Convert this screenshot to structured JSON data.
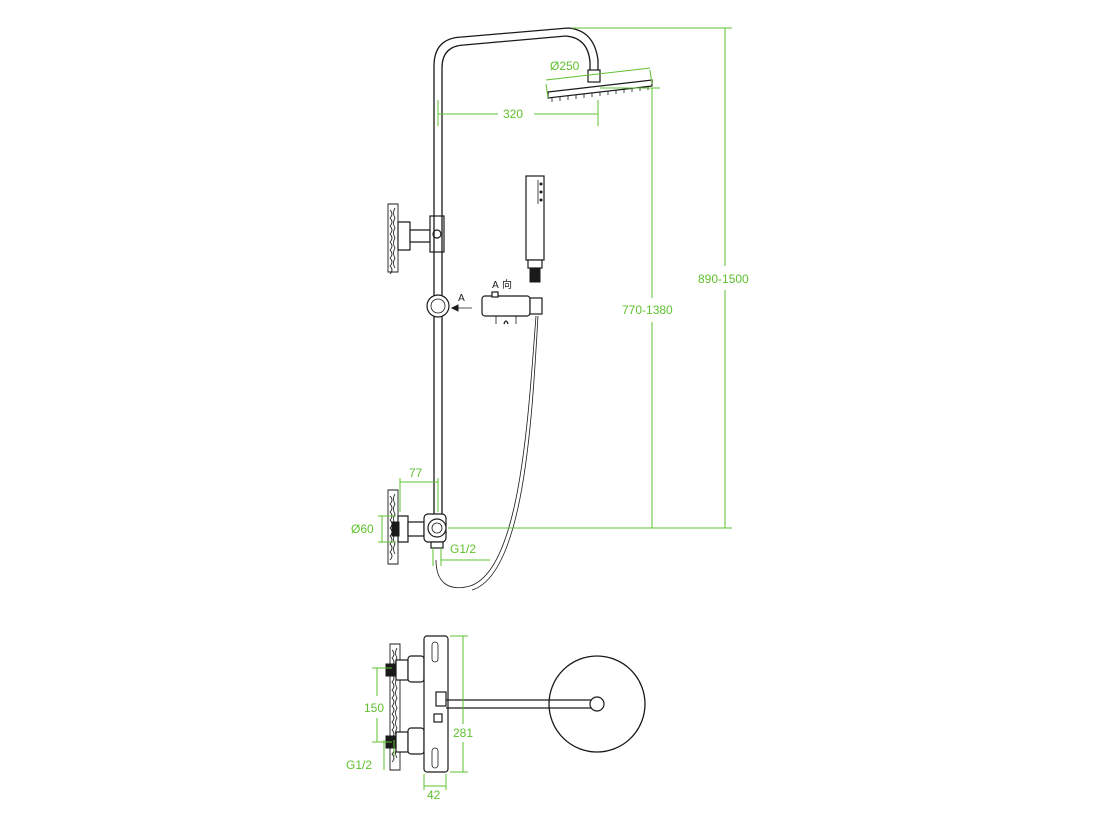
{
  "dimensions": {
    "shower_head_diameter": "Ø250",
    "arm_reach": "320",
    "total_height": "890-1500",
    "adjustable_height": "770-1380",
    "wall_offset": "77",
    "flange_diameter": "Ø60",
    "outlet_thread": "G1/2",
    "inlet_spacing": "150",
    "mixer_height": "281",
    "inlet_thread": "G1/2",
    "mixer_depth": "42"
  },
  "annotations": {
    "view_arrow_label": "A",
    "view_direction_label": "A 向"
  },
  "colors": {
    "dimension_lines": "#5fc12f",
    "outline": "#1a1a1a",
    "background": "#ffffff"
  }
}
